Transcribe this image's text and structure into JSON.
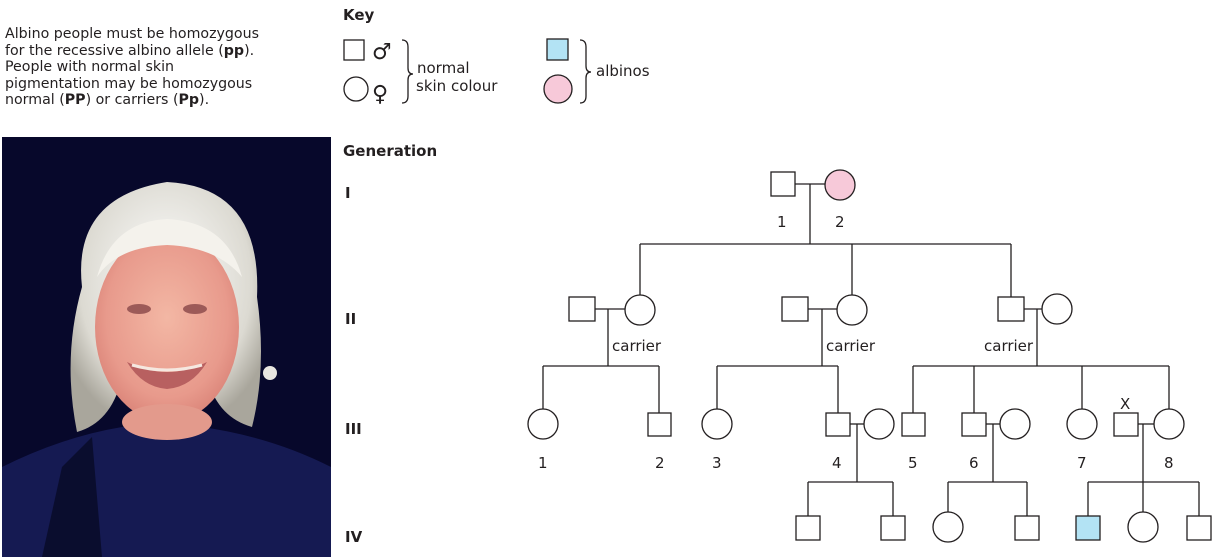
{
  "intro": {
    "line1_pre": "Albino people must be homozygous",
    "line2_pre": "for the recessive albino allele (",
    "line2_bold": "pp",
    "line2_post": ").",
    "line3": "People with normal skin",
    "line4": "pigmentation may be homozygous",
    "line5_pre": "normal (",
    "line5_bold1": "PP",
    "line5_mid": ") or carriers (",
    "line5_bold2": "Pp",
    "line5_post": ")."
  },
  "key": {
    "title": "Key",
    "male_symbol": "♂",
    "female_symbol": "♀",
    "normal_line1": "normal",
    "normal_line2": "skin colour",
    "albinos": "albinos"
  },
  "generation_title": "Generation",
  "generations": [
    "I",
    "II",
    "III",
    "IV"
  ],
  "gen1_numbers": [
    "1",
    "2"
  ],
  "carrier_label": "carrier",
  "gen3_numbers": [
    "1",
    "2",
    "3",
    "4",
    "5",
    "6",
    "7",
    "8"
  ],
  "x_mark": "X",
  "colors": {
    "albino_male": "#b3e3f4",
    "albino_female": "#f7c9d9",
    "line": "#231f20",
    "photo_bg": "#07082b"
  }
}
